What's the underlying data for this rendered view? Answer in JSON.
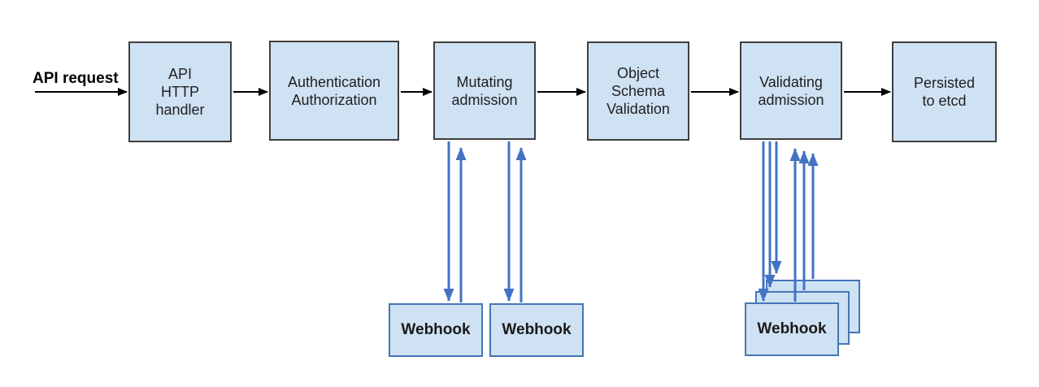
{
  "diagram": {
    "request_label": "API request",
    "nodes": [
      {
        "id": "api-http-handler",
        "label": "API\nHTTP\nhandler"
      },
      {
        "id": "authentication-authorization",
        "label": "Authentication\nAuthorization"
      },
      {
        "id": "mutating-admission",
        "label": "Mutating\nadmission"
      },
      {
        "id": "object-schema-validation",
        "label": "Object\nSchema\nValidation"
      },
      {
        "id": "validating-admission",
        "label": "Validating\nadmission"
      },
      {
        "id": "persisted-to-etcd",
        "label": "Persisted\nto etcd"
      }
    ],
    "mutating_webhooks": [
      {
        "label": "Webhook"
      },
      {
        "label": "Webhook"
      }
    ],
    "validating_webhooks": [
      {
        "label": "Webhook"
      },
      {
        "label": "Webhook"
      },
      {
        "label": "Webhook"
      }
    ],
    "colors": {
      "node_fill": "#cfe2f3",
      "node_border": "#3f3f3f",
      "webhook_border": "#4476b5",
      "flow_arrow": "#000000",
      "webhook_arrow": "#4472c4"
    }
  }
}
